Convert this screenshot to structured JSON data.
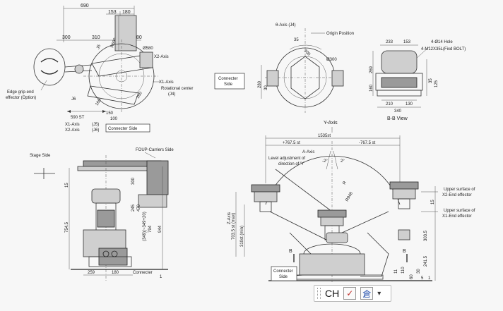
{
  "top_left": {
    "dims_top": [
      "690",
      "153",
      "180"
    ],
    "dims_mid": [
      "300",
      "310",
      "80"
    ],
    "d_r": "R690",
    "j5": "J5",
    "d_580": "Ø580",
    "d_x2": "X2-Axis",
    "d_x1": "X1-Axis",
    "rot_center": [
      "Rotational center",
      "(J4)"
    ],
    "j6": "J6",
    "d_160a": "160",
    "d_160b": "160",
    "d_150": "150",
    "d_100": "100",
    "d_590": "590 ST",
    "edge_grip": [
      "Edge grip-end",
      "effector (Option)"
    ],
    "axis_names": [
      "X1-Axis",
      "X2-Axis"
    ],
    "axis_j": [
      "(J5)",
      "(J6)"
    ],
    "connecter_side": "Connecter Side"
  },
  "top_mid": {
    "theta_axis": "θ-Axis (J4)",
    "origin": "Origin Position",
    "d_300a": "300",
    "d_300b": "Ø300",
    "d_35": "35",
    "d_280": "280",
    "d_30": "30",
    "connecter_side": [
      "Connecter",
      "Side"
    ]
  },
  "top_right": {
    "dims_top": [
      "233",
      "153"
    ],
    "hole": "4-Ø14 Hole",
    "bolt": "4-M12X35L(Fixd BOLT)",
    "d_269": "269",
    "d_160": "160",
    "d_35": "35",
    "d_125": "125",
    "d_210": "210",
    "d_130": "130",
    "d_340": "340",
    "view": "B-B View"
  },
  "bottom_left": {
    "stage_side": "Stage Side",
    "foup": "FOUP-Carriers Side",
    "d_15": "15",
    "d_754": "754.5",
    "d_300": "300",
    "d_245": "245",
    "d_470": "470",
    "d_349": "(349)(~349+20)",
    "d_794": "794",
    "d_944": "944",
    "d_259": "259",
    "d_180": "180",
    "d_1": "1",
    "connecter": "Connecter"
  },
  "bottom_right": {
    "y_axis": "Y-Axis",
    "d_1535": "1535st",
    "d_767a": "+767.5 st",
    "d_767b": "-767.5 st",
    "a_axis": "A-Axis",
    "level": [
      "Level adjustment of",
      "direction of 'Y'"
    ],
    "ang_neg": "-2°",
    "ang_pos": "2°",
    "d_r": "R",
    "d_r948": "R948",
    "z_axis": [
      "Z-Axis",
      "703.5 st (max)"
    ],
    "d_310": "310st (min)",
    "b_left": "B",
    "b_right": "B",
    "upper_x2": [
      "Upper surface of",
      "X2-End effector"
    ],
    "upper_x1": [
      "Upper surface of",
      "X1-End effector"
    ],
    "d_15": "15",
    "d_3035": "303.5",
    "d_2415": "241.5",
    "d_30": "30",
    "d_11": "11",
    "d_110": "110",
    "d_60": "60",
    "d_5": "5",
    "d_1": "1",
    "connecter_side": [
      "Connecter",
      "Side"
    ]
  },
  "ime_toolbar": {
    "lang": "CH",
    "tile1": "✓",
    "tile2": "倉",
    "caret": "▾"
  }
}
